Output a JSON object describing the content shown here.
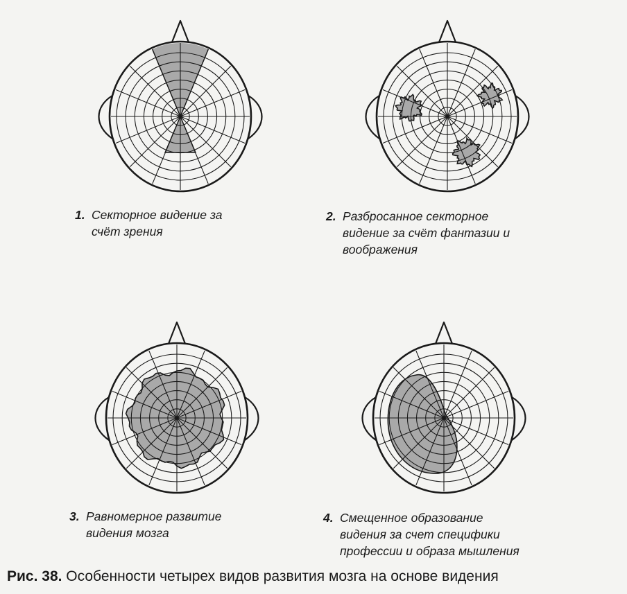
{
  "panels": [
    {
      "number": "1.",
      "lines": [
        "Секторное видение за",
        "счёт зрения"
      ]
    },
    {
      "number": "2.",
      "lines": [
        "Разбросанное секторное",
        "видение за счёт фантазии и",
        "воображения"
      ]
    },
    {
      "number": "3.",
      "lines": [
        "Равномерное развитие",
        "видения мозга"
      ]
    },
    {
      "number": "4.",
      "lines": [
        "Смещенное образование",
        "видения за счет специфики",
        "профессии и образа мышления"
      ]
    }
  ],
  "caption": {
    "label": "Рис. 38.",
    "text": " Особенности четырех видов развития мозга на основе видения"
  },
  "colors": {
    "ink": "#1a1a1a",
    "shade": "#a9a9a9",
    "paper": "#f4f4f2"
  }
}
